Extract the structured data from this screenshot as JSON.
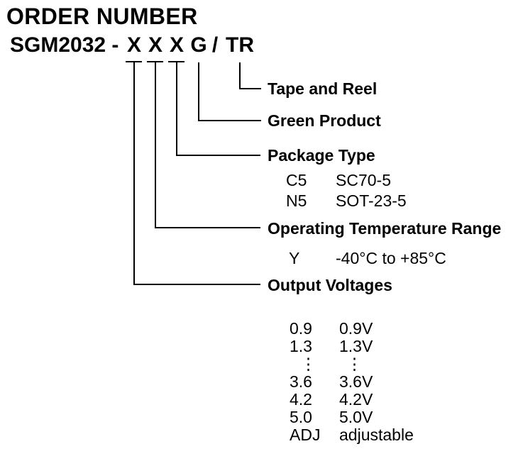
{
  "colors": {
    "ink": "#000000",
    "background": "#ffffff"
  },
  "title": "ORDER NUMBER",
  "part_number": {
    "prefix": "SGM2032 -",
    "digit1": "X",
    "digit2": "X",
    "digit3": "X",
    "green_code": "G",
    "separator": "/",
    "suffix": "TR"
  },
  "branches": {
    "tape_and_reel": {
      "label": "Tape and Reel"
    },
    "green_product": {
      "label": "Green Product"
    },
    "package_type": {
      "label": "Package Type",
      "options": [
        {
          "code": "C5",
          "desc": "SC70-5"
        },
        {
          "code": "N5",
          "desc": "SOT-23-5"
        }
      ]
    },
    "operating_temperature_range": {
      "label": "Operating Temperature Range",
      "options": [
        {
          "code": "Y",
          "desc": "-40°C to +85°C"
        }
      ]
    },
    "output_voltages": {
      "label": "Output Voltages",
      "options": [
        {
          "code": "0.9",
          "desc": "0.9V"
        },
        {
          "code": "1.3",
          "desc": "1.3V"
        },
        {
          "code": "⋮",
          "desc": "⋮"
        },
        {
          "code": "3.6",
          "desc": "3.6V"
        },
        {
          "code": "4.2",
          "desc": "4.2V"
        },
        {
          "code": "5.0",
          "desc": "5.0V"
        },
        {
          "code": "ADJ",
          "desc": "adjustable"
        }
      ]
    }
  }
}
